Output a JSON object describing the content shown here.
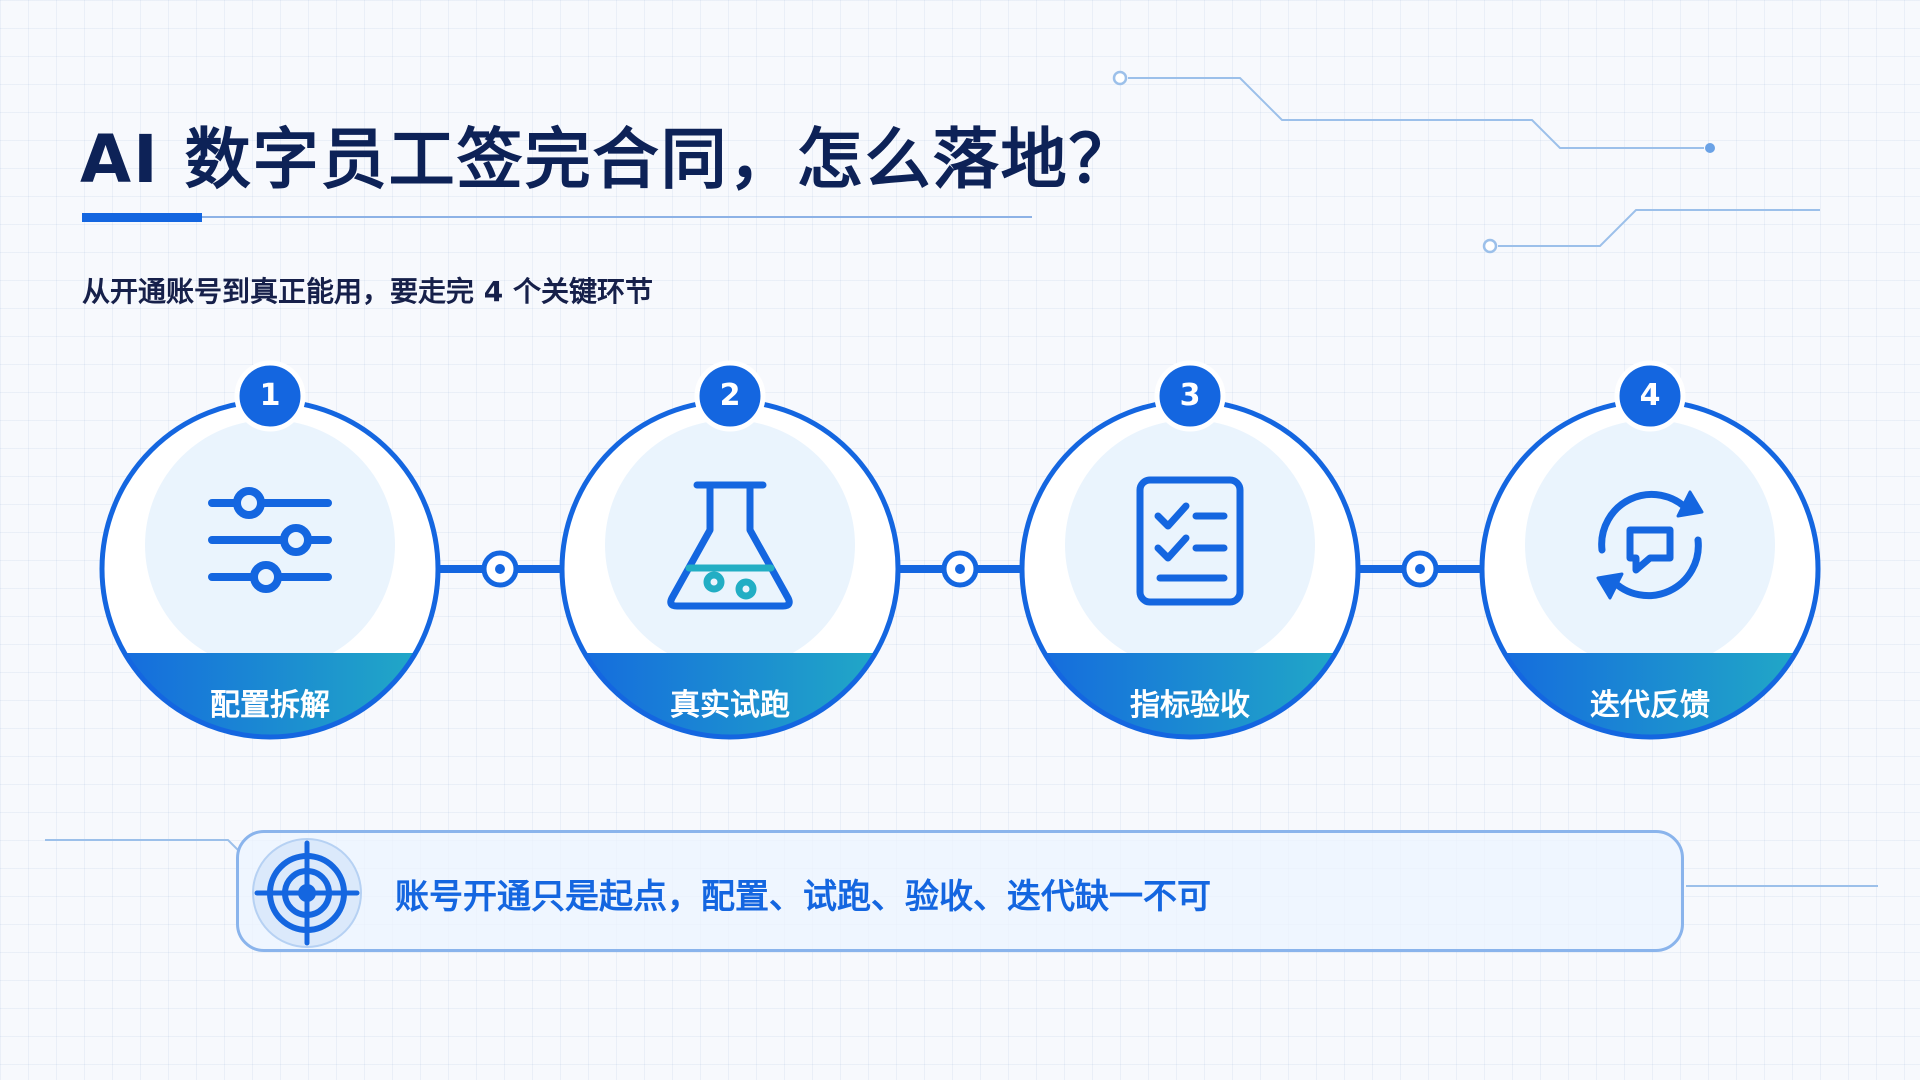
{
  "title": "AI 数字员工签完合同，怎么落地？",
  "subtitle": "从开通账号到真正能用，要走完 4 个关键环节",
  "steps": [
    {
      "number": "1",
      "label": "配置拆解",
      "icon": "sliders-icon"
    },
    {
      "number": "2",
      "label": "真实试跑",
      "icon": "flask-icon"
    },
    {
      "number": "3",
      "label": "指标验收",
      "icon": "checklist-icon"
    },
    {
      "number": "4",
      "label": "迭代反馈",
      "icon": "feedback-loop-icon"
    }
  ],
  "banner": {
    "text": "账号开通只是起点，配置、试跑、验收、迭代缺一不可",
    "icon": "target-icon"
  },
  "colors": {
    "primary": "#1466e0",
    "teal": "#22aec4",
    "title": "#0d2257",
    "circle_fill": "#eaf4fd"
  }
}
